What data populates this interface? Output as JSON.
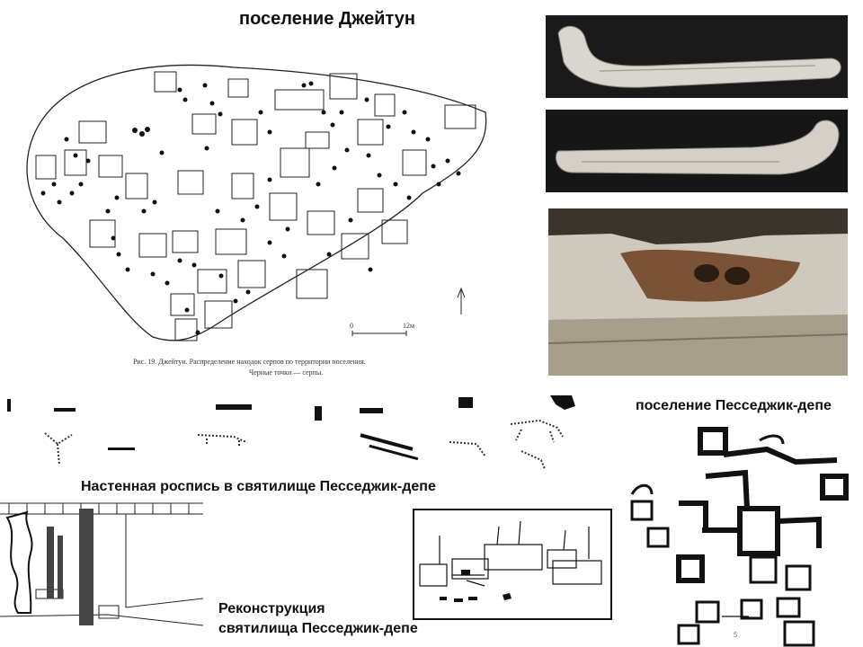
{
  "slide": {
    "title_dzheitun": "поселение Джейтун",
    "title_pessedzhik": "поселение Песседжик-депе",
    "caption_mural": "Настенная роспись в святилище Песседжик-депе",
    "caption_reconstruction": [
      "Реконструкция",
      "святилища Песседжик-депе"
    ]
  },
  "map_figure": {
    "caption_line1": "Рис. 19. Джейтун. Распределение находок серпов по территории поселения.",
    "caption_line2": "Черные точки — серпы.",
    "scale_start": "0",
    "scale_end": "12м"
  },
  "plan_figure": {
    "scale_label": "5"
  },
  "photos": [
    {
      "name": "sickle-photo-1",
      "bg": "#1a1a1a"
    },
    {
      "name": "sickle-photo-2",
      "bg": "#161616"
    },
    {
      "name": "sanctuary-wall-photo",
      "bg": "#2a2520"
    }
  ]
}
